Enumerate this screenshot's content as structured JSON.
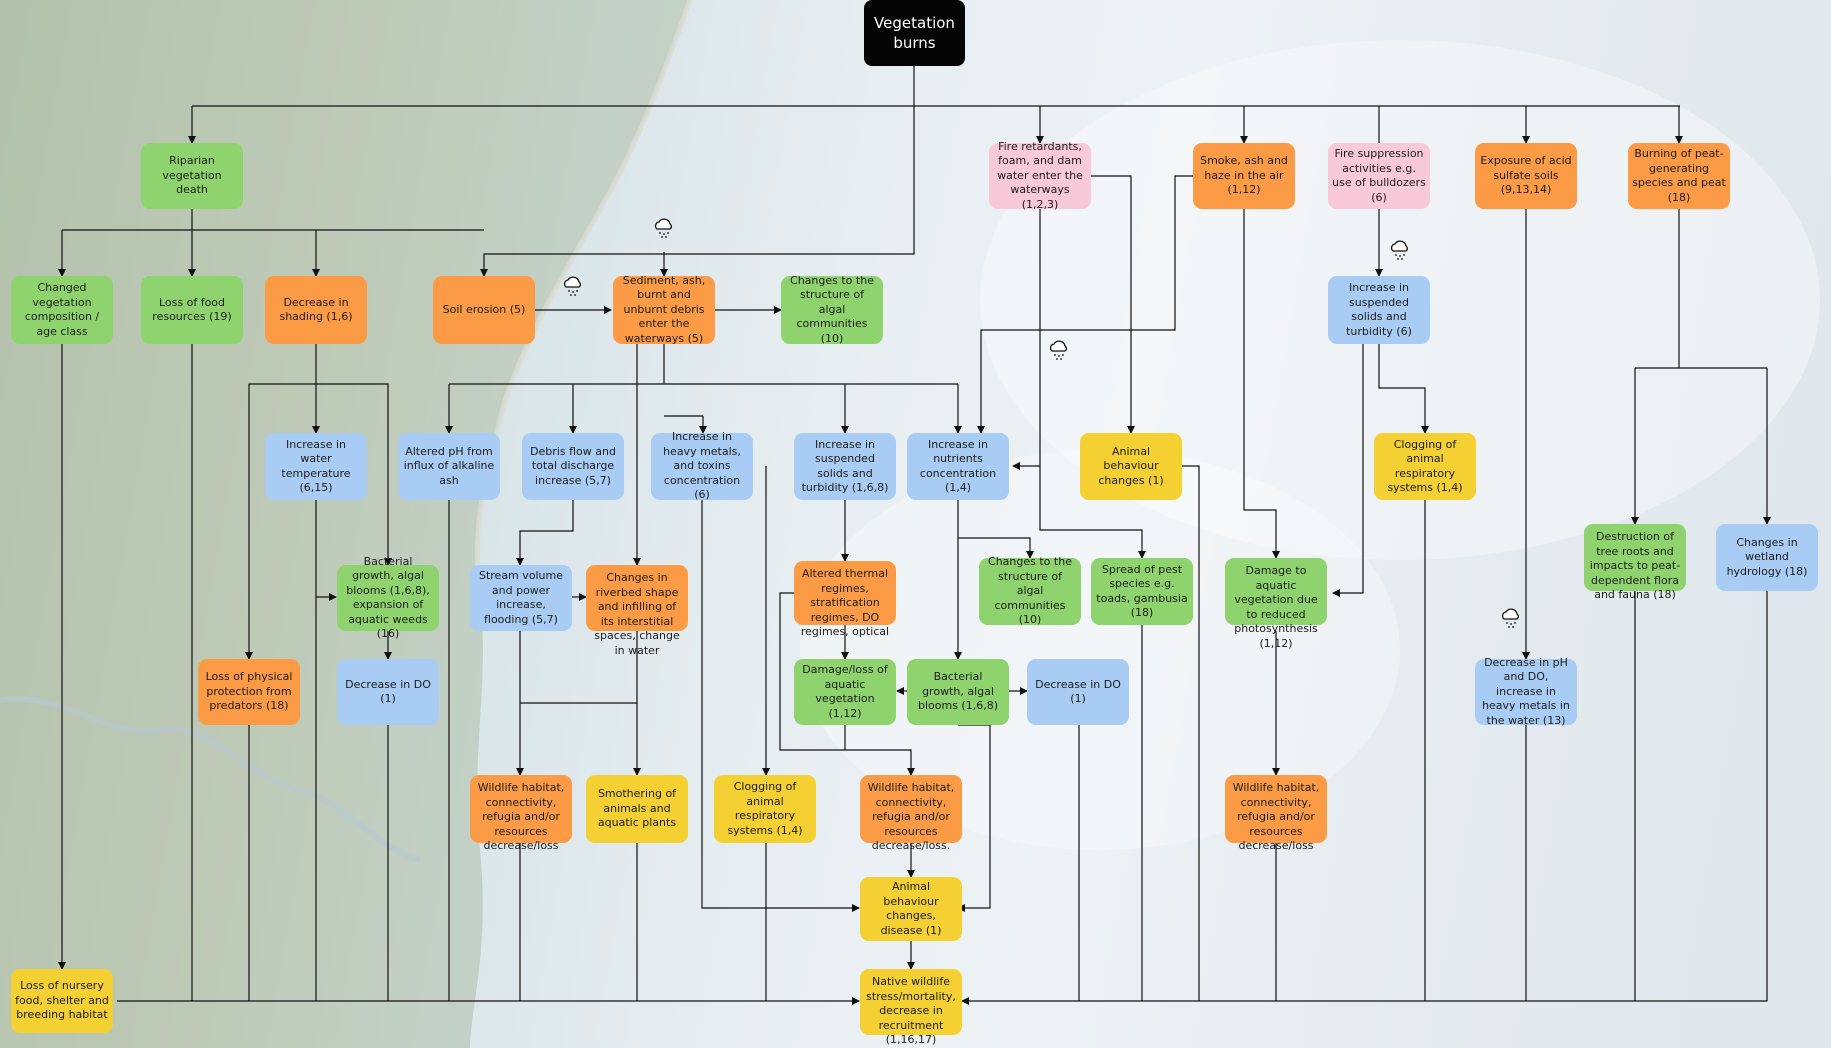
{
  "title": "Vegetation burns",
  "nodes": {
    "riparian_death": "Riparian vegetation death",
    "changed_composition": "Changed vegetation composition / age class",
    "loss_food": "Loss of food resources (19)",
    "decrease_shading": "Decrease in shading (1,6)",
    "soil_erosion": "Soil erosion (5)",
    "sediment_ash": "Sediment, ash, burnt and unburnt debris enter the waterways (5)",
    "algal_structure_1": "Changes to the structure of algal communities (10)",
    "fire_retardants": "Fire retardants, foam, and dam water enter the waterways (1,2,3)",
    "smoke_ash": "Smoke, ash and haze in the air (1,12)",
    "fire_suppression": "Fire suppression activities e.g. use of bulldozers (6)",
    "acid_sulfate": "Exposure of acid sulfate soils (9,13,14)",
    "peat_burning": "Burning of peat-generating species and peat (18)",
    "suspended_solids_right": "Increase in suspended solids and turbidity (6)",
    "water_temp": "Increase in water temperature (6,15)",
    "altered_ph": "Altered pH from influx of alkaline ash",
    "debris_flow": "Debris flow and total discharge increase (5,7)",
    "heavy_metals": "Increase in heavy metals, and toxins concentration (6)",
    "suspended_solids_mid": "Increase in suspended solids and turbidity (1,6,8)",
    "nutrients": "Increase in nutrients concentration (1,4)",
    "animal_behaviour_1": "Animal behaviour changes (1)",
    "clogging_right": "Clogging of animal respiratory systems (1,4)",
    "bacterial_left": "Bacterial growth, algal blooms (1,6,8), expansion of aquatic weeds (16)",
    "stream_volume": "Stream volume and power increase, flooding (5,7)",
    "riverbed": "Changes in riverbed shape and infilling of its interstitial spaces, change in water",
    "thermal": "Altered thermal regimes, stratification regimes, DO regimes, optical",
    "algal_structure_2": "Changes to the structure of algal communities (10)",
    "pest_species": "Spread of pest species e.g. toads, gambusia (18)",
    "damage_reduced_photo": "Damage to aquatic vegetation due to reduced photosynthesis (1,12)",
    "tree_roots": "Destruction of tree roots and impacts to peat-dependent flora and fauna (18)",
    "wetland_hydrology": "Changes in wetland hydrology (18)",
    "loss_protection": "Loss of physical protection from predators (18)",
    "do_left": "Decrease in DO (1)",
    "damage_aquatic_veg": "Damage/loss of aquatic vegetation (1,12)",
    "bacterial_mid": "Bacterial growth, algal blooms (1,6,8)",
    "do_mid": "Decrease in DO (1)",
    "ph_do_metals": "Decrease in pH and DO, increase in heavy metals in the water (13)",
    "habitat_left": "Wildlife habitat, connectivity, refugia and/or resources decrease/loss",
    "smothering": "Smothering of animals and aquatic plants",
    "clogging_mid": "Clogging of animal respiratory systems (1,4)",
    "habitat_mid": "Wildlife habitat, connectivity, refugia and/or resources decrease/loss.",
    "habitat_right": "Wildlife habitat, connectivity, refugia and/or resources decrease/loss",
    "animal_behaviour_disease": "Animal behaviour changes, disease (1)",
    "loss_nursery": "Loss of nursery food, shelter and breeding habitat",
    "native_wildlife": "Native wildlife stress/mortality, decrease in recruitment (1,16,17)"
  },
  "icons": [
    "rain-cloud-icon"
  ],
  "colors": {
    "green": "#8fd36f",
    "orange": "#fb9b45",
    "blue": "#a8ccf3",
    "pink": "#f8c9d8",
    "yellow": "#f4d032",
    "black": "#050505"
  }
}
